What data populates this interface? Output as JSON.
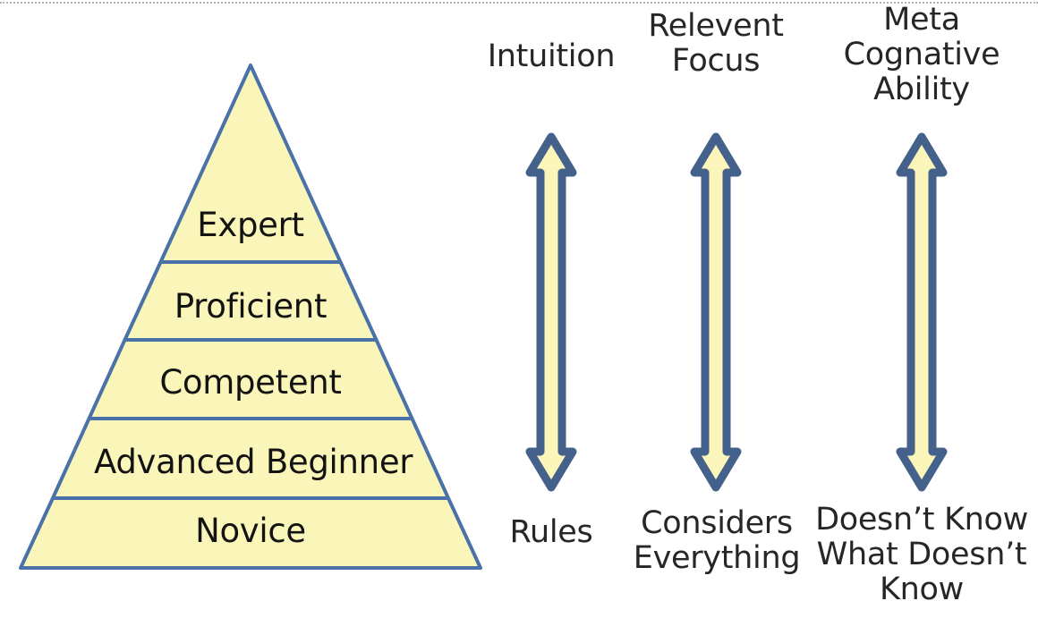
{
  "figure": {
    "type": "pyramid-with-progression-arrows",
    "colors": {
      "fill_yellow": "#FAF5B8",
      "stroke_blue": "#4A72A8",
      "text_dark": "#131313",
      "label_text": "#262626",
      "background": "#FFFFFF",
      "top_rule": "#B4B4B4"
    }
  },
  "pyramid": {
    "name": "skill-acquisition-pyramid",
    "tiers": [
      {
        "label": "Expert",
        "level": 5
      },
      {
        "label": "Proficient",
        "level": 4
      },
      {
        "label": "Competent",
        "level": 3
      },
      {
        "label": "Advanced Beginner",
        "level": 2
      },
      {
        "label": "Novice",
        "level": 1
      }
    ]
  },
  "arrows": [
    {
      "name": "intuition-axis",
      "top_label": "Intuition",
      "bottom_label": "Rules",
      "direction": "double-headed-vertical"
    },
    {
      "name": "focus-axis",
      "top_label": "Relevent\nFocus",
      "top_label_lines": [
        "Relevent",
        "Focus"
      ],
      "bottom_label": "Considers\nEverything",
      "bottom_label_lines": [
        "Considers",
        "Everything"
      ],
      "direction": "double-headed-vertical"
    },
    {
      "name": "metacognition-axis",
      "top_label": "Meta\nCognative\nAbility",
      "top_label_lines": [
        "Meta",
        "Cognative",
        "Ability"
      ],
      "bottom_label": "Doesn’t Know\nWhat Doesn’t\nKnow",
      "bottom_label_lines": [
        "Doesn’t Know",
        "What Doesn’t",
        "Know"
      ],
      "direction": "double-headed-vertical"
    }
  ]
}
